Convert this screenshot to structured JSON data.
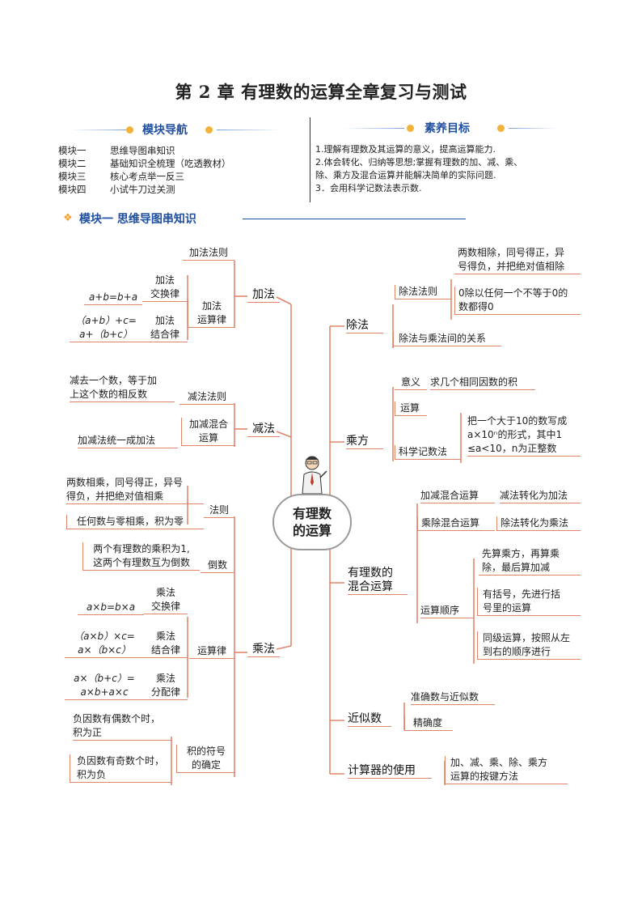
{
  "title": "第 2 章  有理数的运算全章复习与测试",
  "nav": {
    "heading": "模块导航",
    "modules": [
      {
        "code": "模块一",
        "name": "思维导图串知识"
      },
      {
        "code": "模块二",
        "name": "基础知识全梳理（吃透教材）"
      },
      {
        "code": "模块三",
        "name": "核心考点举一反三"
      },
      {
        "code": "模块四",
        "name": "小试牛刀过关测"
      }
    ]
  },
  "goals": {
    "heading": "素养目标",
    "items": [
      "1.理解有理数及其运算的意义，提高运算能力.",
      "2.体会转化、归纳等思想;掌握有理数的加、减、乘、",
      "除、乘方及混合运算并能解决简单的实际问题.",
      "3．会用科学记数法表示数."
    ]
  },
  "section1_heading": "模块一 思维导图串知识",
  "mindmap": {
    "center": [
      "有理数",
      "的运算"
    ],
    "add": {
      "label": "加法",
      "rule": "加法法则",
      "laws": [
        "加法",
        "运算律"
      ],
      "comm": [
        "加法",
        "交换律"
      ],
      "comm_formula": "a+b=b+a",
      "assoc": [
        "加法",
        "结合律"
      ],
      "assoc_formula": [
        "（a+b）+c=",
        "a+（b+c）"
      ]
    },
    "sub": {
      "label": "减法",
      "rule": "减法法则",
      "rule_text": [
        "减去一个数，等于加",
        "上这个数的相反数"
      ],
      "mixed": [
        "加减混合",
        "运算"
      ],
      "mixed_text": "加减法统一成加法"
    },
    "mul": {
      "label": "乘法",
      "rule": "法则",
      "rule_text1": [
        "两数相乘，同号得正，异号",
        "得负，并把绝对值相乘"
      ],
      "rule_text2": "任何数与零相乘，积为零",
      "recip": "倒数",
      "recip_text": [
        "两个有理数的乘积为1,",
        "这两个有理数互为倒数"
      ],
      "laws": "运算律",
      "comm": [
        "乘法",
        "交换律"
      ],
      "comm_formula": "a×b=b×a",
      "assoc": [
        "乘法",
        "结合律"
      ],
      "assoc_formula": [
        "（a×b）×c=",
        "a×（b×c）"
      ],
      "dist": [
        "乘法",
        "分配律"
      ],
      "dist_formula": [
        "a×（b+c）=",
        "a×b+a×c"
      ],
      "sign": [
        "积的符号",
        "的确定"
      ],
      "sign_even": [
        "负因数有偶数个时，",
        "积为正"
      ],
      "sign_odd": [
        "负因数有奇数个时，",
        "积为负"
      ]
    },
    "div": {
      "label": "除法",
      "rule": "除法法则",
      "rule_text1": [
        "两数相除，同号得正，异",
        "号得负，并把绝对值相除"
      ],
      "rule_text2": [
        "0除以任何一个不等于0的",
        "数都得0"
      ],
      "relation": "除法与乘法间的关系"
    },
    "pow": {
      "label": "乘方",
      "meaning": "意义",
      "meaning_text": "求几个相同因数的积",
      "op": "运算",
      "sci": "科学记数法",
      "sci_text": [
        "把一个大于10的数写成",
        "a×10ⁿ的形式，其中1",
        "≤a<10，n为正整数"
      ]
    },
    "mix": {
      "label": [
        "有理数的",
        "混合运算"
      ],
      "addsub": "加减混合运算",
      "addsub_text": "减法转化为加法",
      "muldiv": "乘除混合运算",
      "muldiv_text": "除法转化为乘法",
      "order": "运算顺序",
      "order1": [
        "先算乘方，再算乘",
        "除，最后算加减"
      ],
      "order2": [
        "有括号，先进行括",
        "号里的运算"
      ],
      "order3": [
        "同级运算，按照从左",
        "到右的顺序进行"
      ]
    },
    "approx": {
      "label": "近似数",
      "item1": "准确数与近似数",
      "item2": "精确度"
    },
    "calc": {
      "label": "计算器的使用",
      "text": [
        "加、减、乘、除、乘方",
        "运算的按键方法"
      ]
    }
  }
}
